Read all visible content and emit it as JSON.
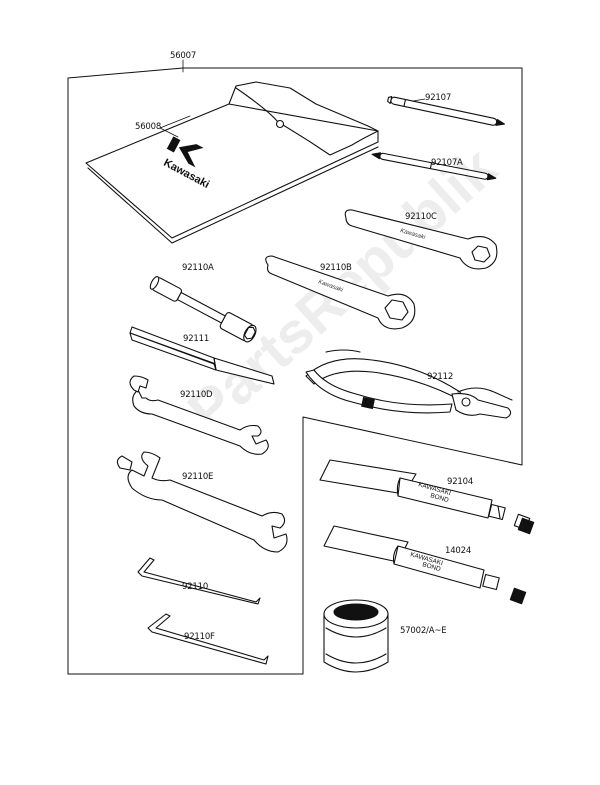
{
  "labels": {
    "kit": "56007",
    "pouch": "56008",
    "screwdriver_1": "92107",
    "screwdriver_2": "92107A",
    "wrench_c": "92110C",
    "box_wrench": "92110A",
    "wrench_b": "92110B",
    "handle": "92111",
    "pliers": "92112",
    "spanner_d": "92110D",
    "spanner_e": "92110E",
    "tube_1": "92104",
    "tube_2": "14024",
    "hex_key_1": "92110",
    "hex_key_2": "92110F",
    "can": "57002/A~E"
  },
  "pouch_logo": "Kawasaki",
  "tube_1_text": [
    "KAWASAKI",
    "BOND"
  ],
  "tube_2_text": [
    "KAWASAKI",
    "BOND"
  ],
  "wrench_stamp": "Kawasaki",
  "watermark": "PartsRepublik"
}
